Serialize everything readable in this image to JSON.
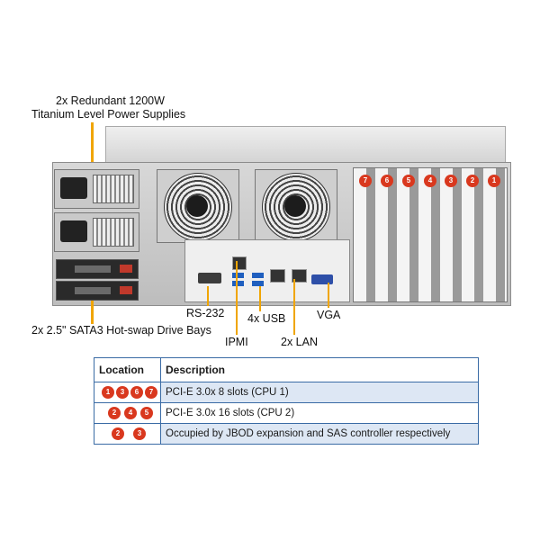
{
  "labels": {
    "psu_line1": "2x Redundant 1200W",
    "psu_line2": "Titanium Level Power Supplies",
    "drive_bays": "2x 2.5\" SATA3 Hot-swap Drive Bays",
    "rs232": "RS-232",
    "ipmi": "IPMI",
    "usb": "4x USB",
    "lan": "2x LAN",
    "vga": "VGA"
  },
  "slot_badges": [
    "7",
    "6",
    "5",
    "4",
    "3",
    "2",
    "1"
  ],
  "table": {
    "headers": {
      "location": "Location",
      "description": "Description"
    },
    "rows": [
      {
        "badges": [
          "1",
          "3",
          "6",
          "7"
        ],
        "description": "PCI-E 3.0x 8 slots  (CPU 1)"
      },
      {
        "badges": [
          "2",
          "4",
          "5"
        ],
        "description": "PCI-E 3.0x 16 slots  (CPU 2)"
      },
      {
        "badges": [
          "2",
          "3"
        ],
        "description": "Occupied by JBOD expansion and SAS controller respectively"
      }
    ]
  },
  "colors": {
    "callout": "#f0a500",
    "badge": "#d9381e",
    "table_border": "#3a6ba5",
    "table_fill": "#dbe6f3"
  }
}
